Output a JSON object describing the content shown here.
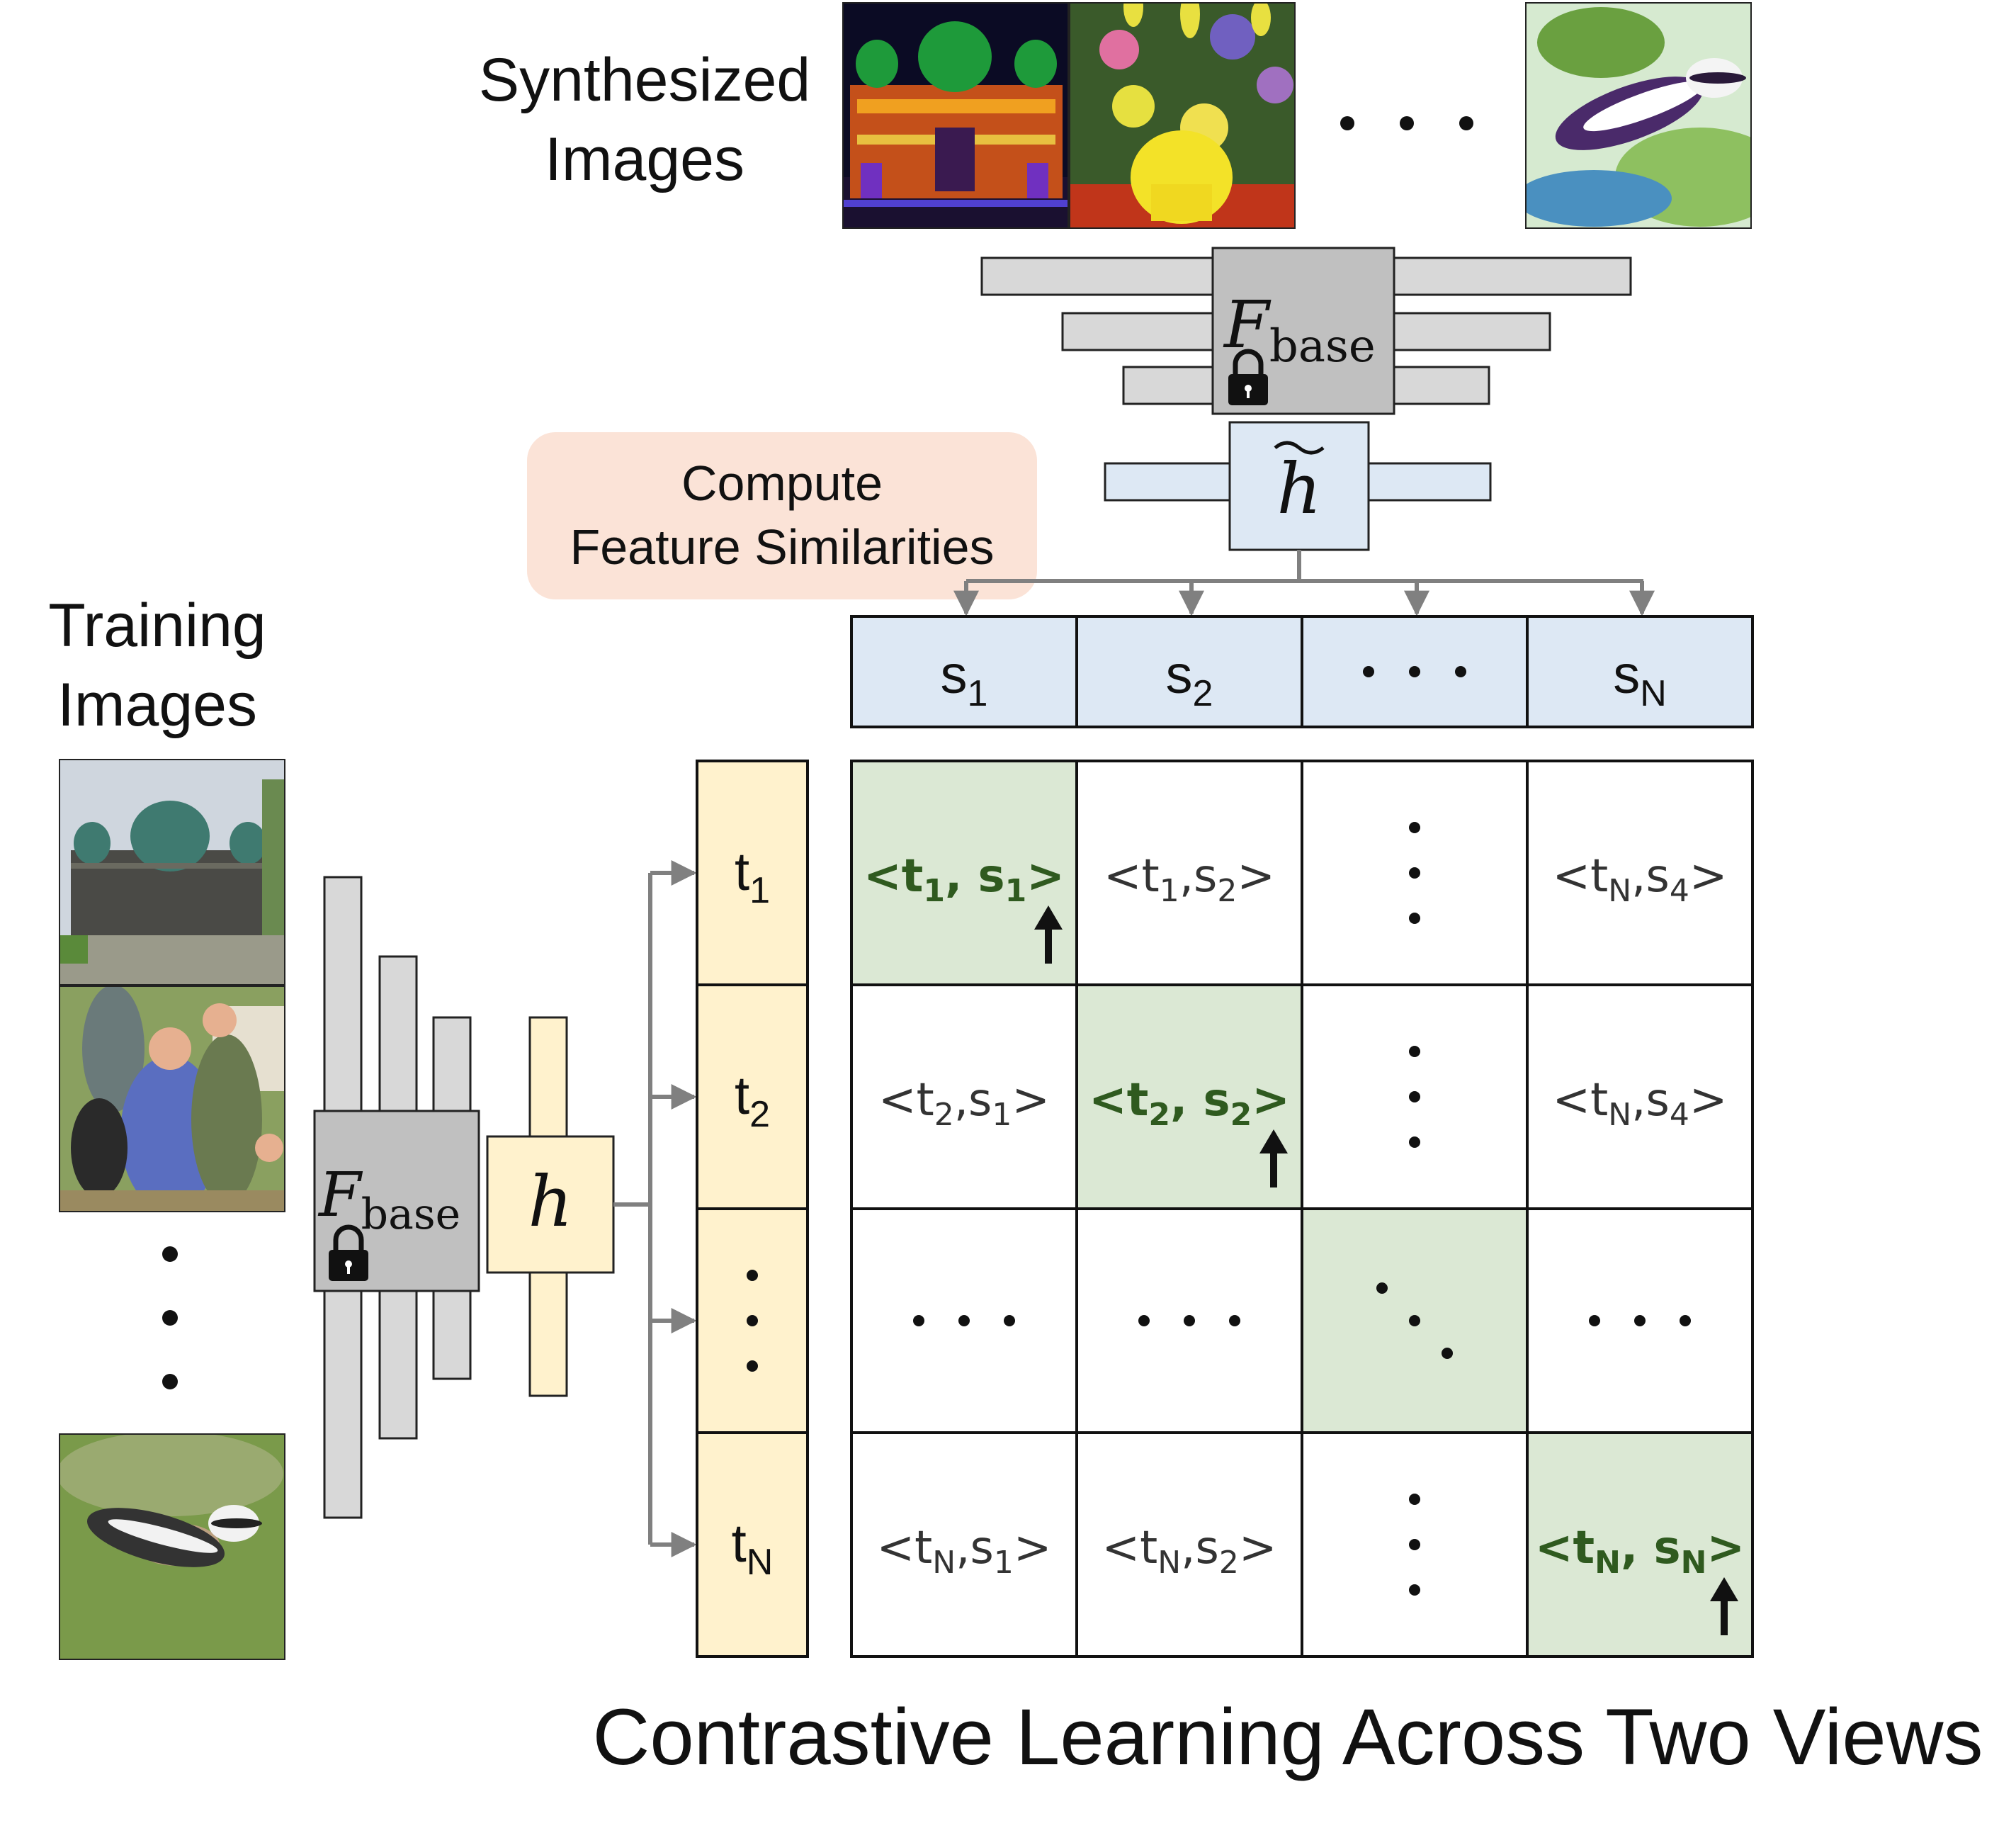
{
  "labels": {
    "synthesized": [
      "Synthesized",
      "Images"
    ],
    "training": [
      "Training",
      "Images"
    ],
    "compute": [
      "Compute",
      "Feature Similarities"
    ],
    "bottom_title": "Contrastive Learning Across Two Views"
  },
  "modules": {
    "fbase_top": {
      "letter": "F",
      "sub": "base"
    },
    "fbase_left": {
      "letter": "F",
      "sub": "base"
    },
    "h_tilde": "h",
    "h": "h"
  },
  "s_row": [
    {
      "base": "s",
      "sub": "1"
    },
    {
      "base": "s",
      "sub": "2"
    },
    {
      "base": "· · ·",
      "sub": ""
    },
    {
      "base": "s",
      "sub": "N"
    }
  ],
  "t_col": [
    {
      "base": "t",
      "sub": "1"
    },
    {
      "base": "t",
      "sub": "2"
    },
    {
      "base": "⋮",
      "sub": ""
    },
    {
      "base": "t",
      "sub": "N"
    }
  ],
  "matrix": [
    [
      {
        "kind": "pair",
        "t": "1",
        "s": "1",
        "highlight": true,
        "arrow": true
      },
      {
        "kind": "pair",
        "t": "1",
        "s": "2",
        "highlight": false
      },
      {
        "kind": "vdots",
        "highlight": false
      },
      {
        "kind": "pair",
        "t": "N",
        "s": "4",
        "highlight": false
      }
    ],
    [
      {
        "kind": "pair",
        "t": "2",
        "s": "1",
        "highlight": false
      },
      {
        "kind": "pair",
        "t": "2",
        "s": "2",
        "highlight": true,
        "arrow": true
      },
      {
        "kind": "vdots",
        "highlight": false
      },
      {
        "kind": "pair",
        "t": "N",
        "s": "4",
        "highlight": false
      }
    ],
    [
      {
        "kind": "hdots",
        "highlight": false
      },
      {
        "kind": "hdots",
        "highlight": false
      },
      {
        "kind": "ddots",
        "highlight": true
      },
      {
        "kind": "hdots",
        "highlight": false
      }
    ],
    [
      {
        "kind": "pair",
        "t": "N",
        "s": "1",
        "highlight": false
      },
      {
        "kind": "pair",
        "t": "N",
        "s": "2",
        "highlight": false
      },
      {
        "kind": "vdots",
        "highlight": false
      },
      {
        "kind": "pair",
        "t": "N",
        "s": "N",
        "highlight": true,
        "arrow": true
      }
    ]
  ],
  "images": {
    "synthesized": [
      "cathedral-night-painting",
      "flower-vase-painting",
      "badger-watercolor"
    ],
    "training": [
      "berlin-cathedral-photo",
      "botero-family-painting",
      "badger-photo"
    ]
  },
  "colors": {
    "blue": "#dde8f4",
    "yellow": "#fff2cd",
    "green": "#dbe8d4",
    "gray": "#d8d8d8",
    "darkgray": "#c0c0c0",
    "peach": "#fbe3d7",
    "highlight_text": "#2f5a1f",
    "arrow": "#808080"
  }
}
